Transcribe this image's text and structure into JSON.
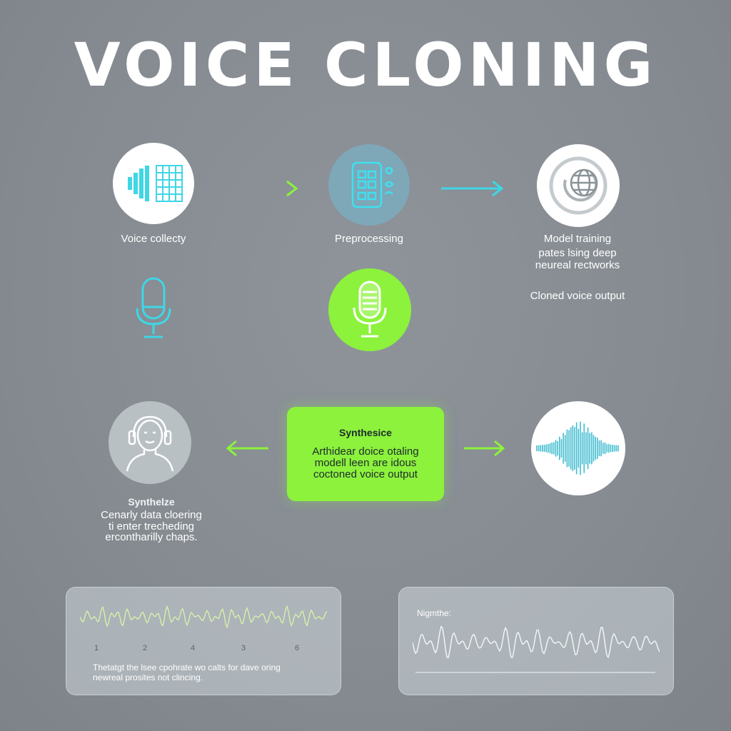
{
  "title": "VOICE CLONING",
  "steps": {
    "collect": {
      "label": "Voice collecty"
    },
    "preprocess": {
      "label": "Preprocessing"
    },
    "training": {
      "label": "Model training",
      "desc_line1": "pates lsing deep",
      "desc_line2": "neureal rectworks",
      "output_label": "Cloned voice output"
    }
  },
  "synth_box": {
    "title": "Synthesice",
    "line1": "Arthidear doice otaling",
    "line2": "modell leen are idous",
    "line3": "coctoned voice output"
  },
  "user": {
    "title": "Synthelze",
    "line1": "Cenarly data cloering",
    "line2": "ti enter trecheding",
    "line3": "ercontharilly chaps."
  },
  "panel_left": {
    "ticks": [
      "1",
      "2",
      "4",
      "3",
      "6"
    ],
    "caption_line1": "Thetatgt the lsee cpohrate wo calts for dave oring",
    "caption_line2": "newreal prosites not clincing."
  },
  "panel_right": {
    "label": "Nigmthe:"
  },
  "colors": {
    "cyan": "#3fd6e6",
    "green": "#8cf23c",
    "background": "#878d93"
  },
  "icons": [
    "speaker-icon",
    "grid-icon",
    "processing-chip-icon",
    "globe-gear-icon",
    "microphone-outline-icon",
    "microphone-icon",
    "headset-user-icon",
    "waveform-icon"
  ]
}
